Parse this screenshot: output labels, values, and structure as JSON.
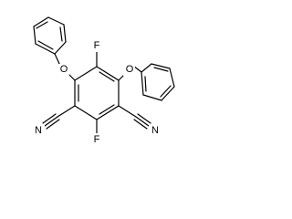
{
  "structure": {
    "atoms": {
      "fluorine_top": "F",
      "fluorine_bottom": "F",
      "oxygen_left": "O",
      "oxygen_right": "O",
      "nitrile_left": "N",
      "nitrile_right": "N"
    }
  }
}
